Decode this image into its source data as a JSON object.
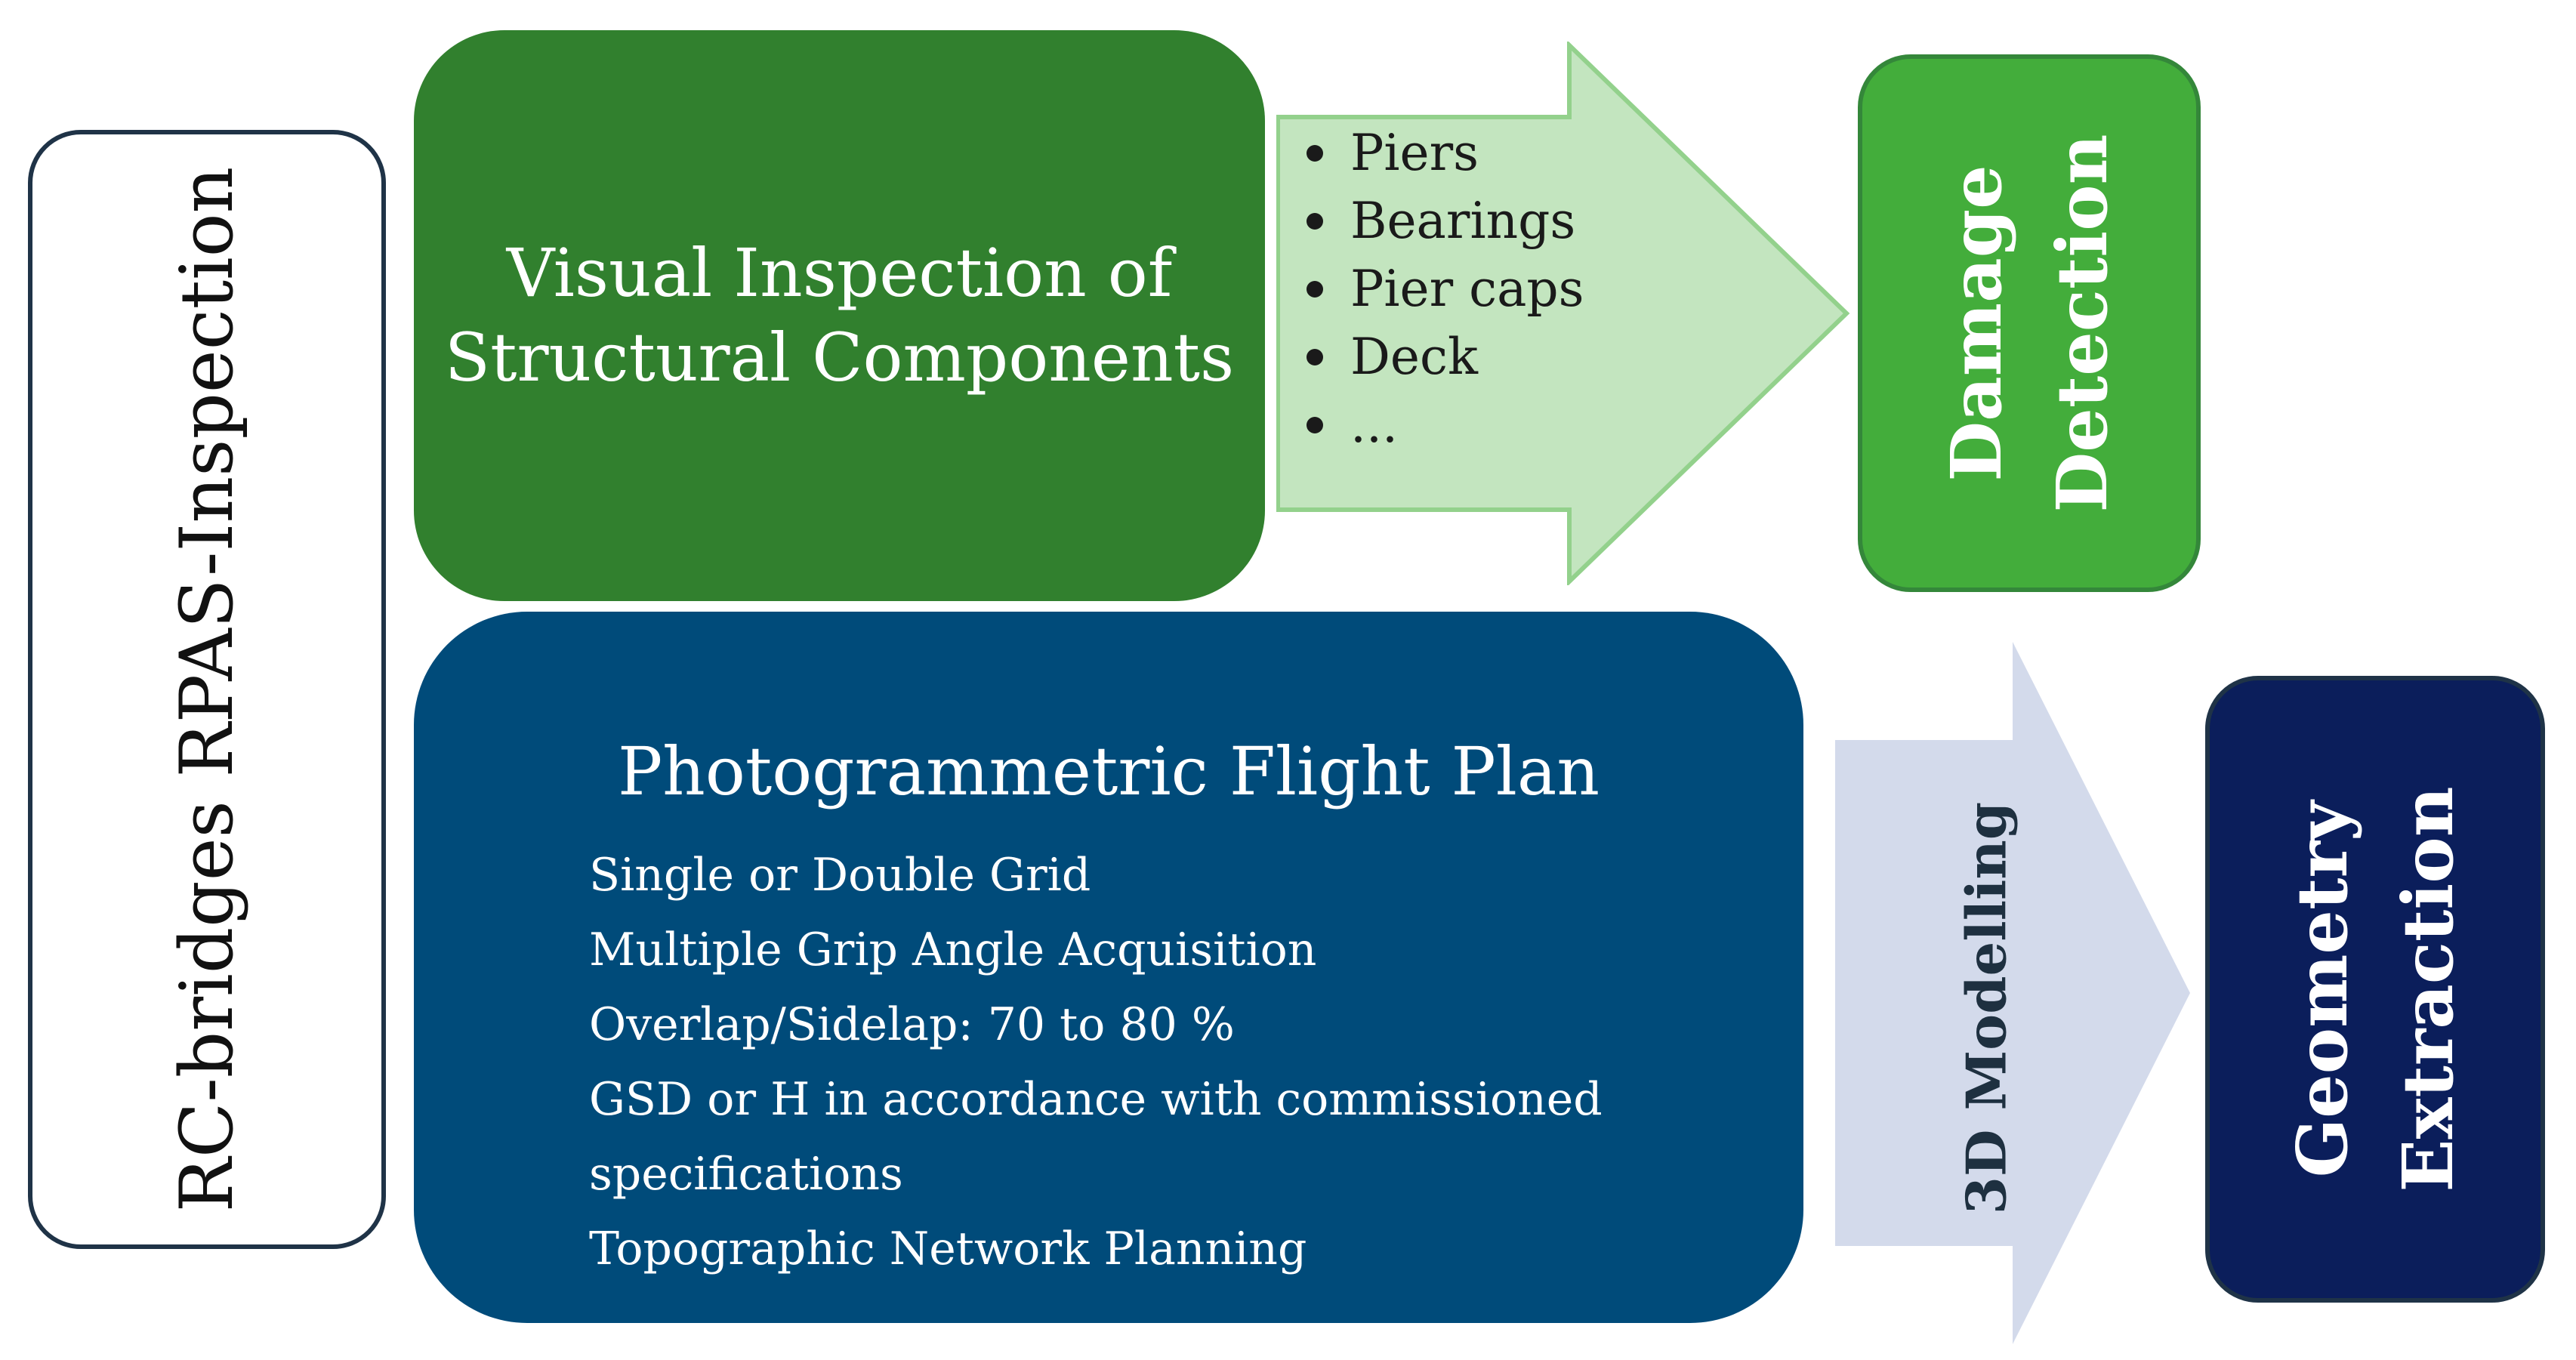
{
  "left_label": "RC-bridges RPAS-Inspection",
  "visual_inspection": {
    "title_line1": "Visual Inspection of",
    "title_line2": "Structural Components"
  },
  "components": [
    "Piers",
    "Bearings",
    "Pier caps",
    "Deck",
    "..."
  ],
  "damage_detection": {
    "line1": "Damage",
    "line2": "Detection"
  },
  "flight_plan": {
    "title": "Photogrammetric Flight Plan",
    "items": [
      "Single or Double Grid",
      "Multiple Grip Angle Acquisition",
      "Overlap/Sidelap: 70 to 80 %",
      "GSD or H in accordance with commissioned specifications",
      "Topographic Network Planning"
    ]
  },
  "modelling_label": "3D Modelling",
  "geometry_extraction": {
    "line1": "Geometry",
    "line2": "Extraction"
  },
  "colors": {
    "dark_green": "#31802e",
    "light_green_arrow": "#c3e5bf",
    "mid_green": "#43ad3b",
    "navy_blue": "#004b7a",
    "light_blue_arrow": "#d3daeb",
    "dark_navy": "#0b1e5b"
  }
}
